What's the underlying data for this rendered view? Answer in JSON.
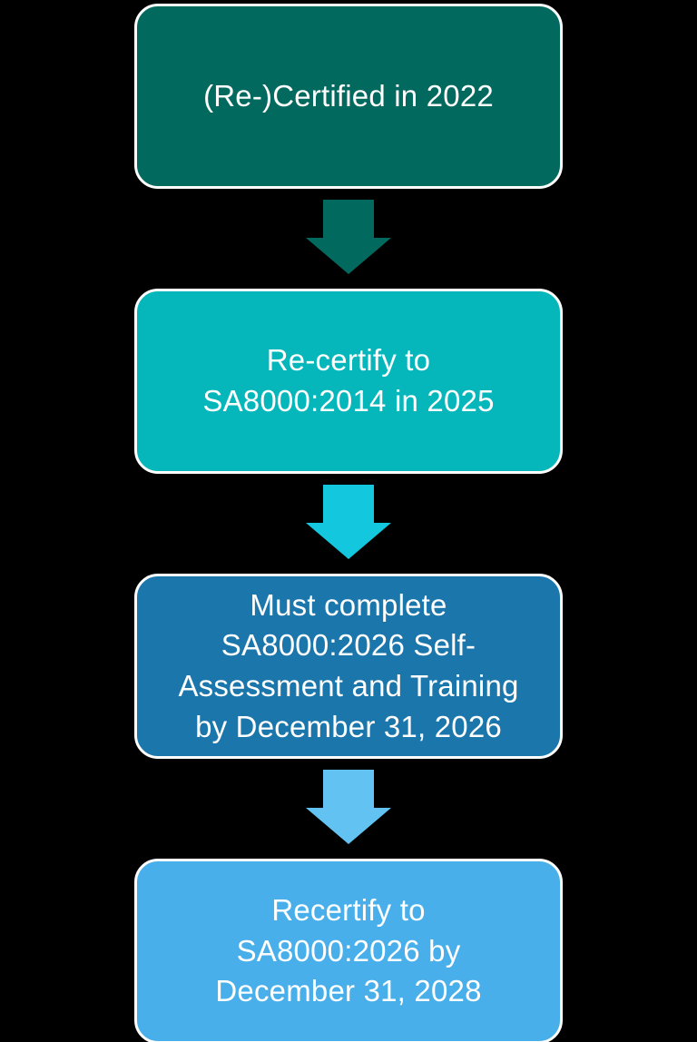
{
  "page": {
    "background_color": "#000000",
    "text_color": "#ffffff"
  },
  "flowchart": {
    "steps": [
      {
        "fill": "#02695E",
        "lines": [
          "(Re-)Certified in 2022"
        ],
        "full_text": "(Re-)Certified in 2022"
      },
      {
        "fill": "#05B7BB",
        "lines": [
          "Re-certify to",
          "SA8000:2014 in 2025"
        ],
        "full_text": "Re-certify to SA8000:2014 in 2025"
      },
      {
        "fill": "#1B76AB",
        "lines": [
          "Must complete",
          "SA8000:2026 Self-",
          "Assessment and Training",
          "by December 31, 2026"
        ],
        "full_text": "Must complete SA8000:2026 Self-Assessment and Training by December 31, 2026"
      },
      {
        "fill": "#48AFEA",
        "lines": [
          "Recertify to",
          "SA8000:2026 by",
          "December 31, 2028"
        ],
        "full_text": "Recertify to SA8000:2026 by December 31, 2028"
      }
    ],
    "arrows": [
      {
        "color": "#02695E",
        "direction": "down"
      },
      {
        "color": "#12C7DE",
        "direction": "down"
      },
      {
        "color": "#62C3F3",
        "direction": "down"
      }
    ],
    "border_color": "#ffffff"
  }
}
